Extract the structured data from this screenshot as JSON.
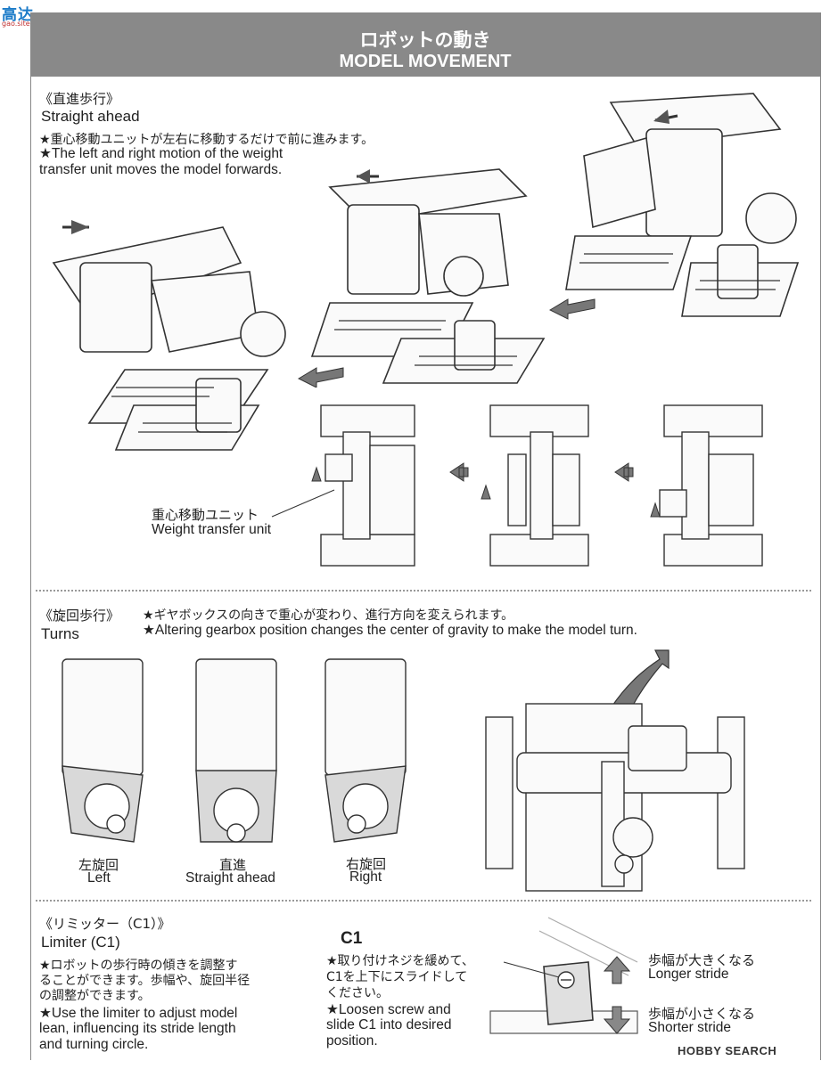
{
  "watermark": {
    "brand": "高达",
    "url": "gao.site.com"
  },
  "header": {
    "title_jp": "ロボットの動き",
    "title_en": "MODEL MOVEMENT"
  },
  "straight": {
    "heading_jp": "《直進歩行》",
    "heading_en": "Straight ahead",
    "desc_jp": "★重心移動ユニットが左右に移動するだけで前に進みます。",
    "desc_en_1": "★The left and right motion of the weight",
    "desc_en_2": "transfer unit moves the model forwards.",
    "unit_label_jp": "重心移動ユニット",
    "unit_label_en": "Weight transfer unit"
  },
  "turns": {
    "heading_jp": "《旋回歩行》",
    "heading_en": "Turns",
    "desc_jp": "★ギヤボックスの向きで重心が変わり、進行方向を変えられます。",
    "desc_en": "★Altering gearbox position changes the center of gravity to make the model turn.",
    "left_jp": "左旋回",
    "left_en": "Left",
    "straight_jp": "直進",
    "straight_en": "Straight ahead",
    "right_jp": "右旋回",
    "right_en": "Right"
  },
  "limiter": {
    "heading_jp": "《リミッター（C1）》",
    "heading_en": "Limiter (C1)",
    "desc_jp_1": "★ロボットの歩行時の傾きを調整す",
    "desc_jp_2": "ることができます。歩幅や、旋回半径",
    "desc_jp_3": "の調整ができます。",
    "desc_en_1": "★Use the limiter to adjust model",
    "desc_en_2": "lean, influencing its stride length",
    "desc_en_3": "and turning circle.",
    "part": "C1",
    "instr_jp_1": "★取り付けネジを緩めて、",
    "instr_jp_2": "C1を上下にスライドして",
    "instr_jp_3": "ください。",
    "instr_en_1": "★Loosen screw and",
    "instr_en_2": "slide C1 into desired",
    "instr_en_3": "position.",
    "longer_jp": "歩幅が大きくなる",
    "longer_en": "Longer stride",
    "shorter_jp": "歩幅が小さくなる",
    "shorter_en": "Shorter stride"
  },
  "footer": {
    "logo": "HOBBY SEARCH"
  }
}
